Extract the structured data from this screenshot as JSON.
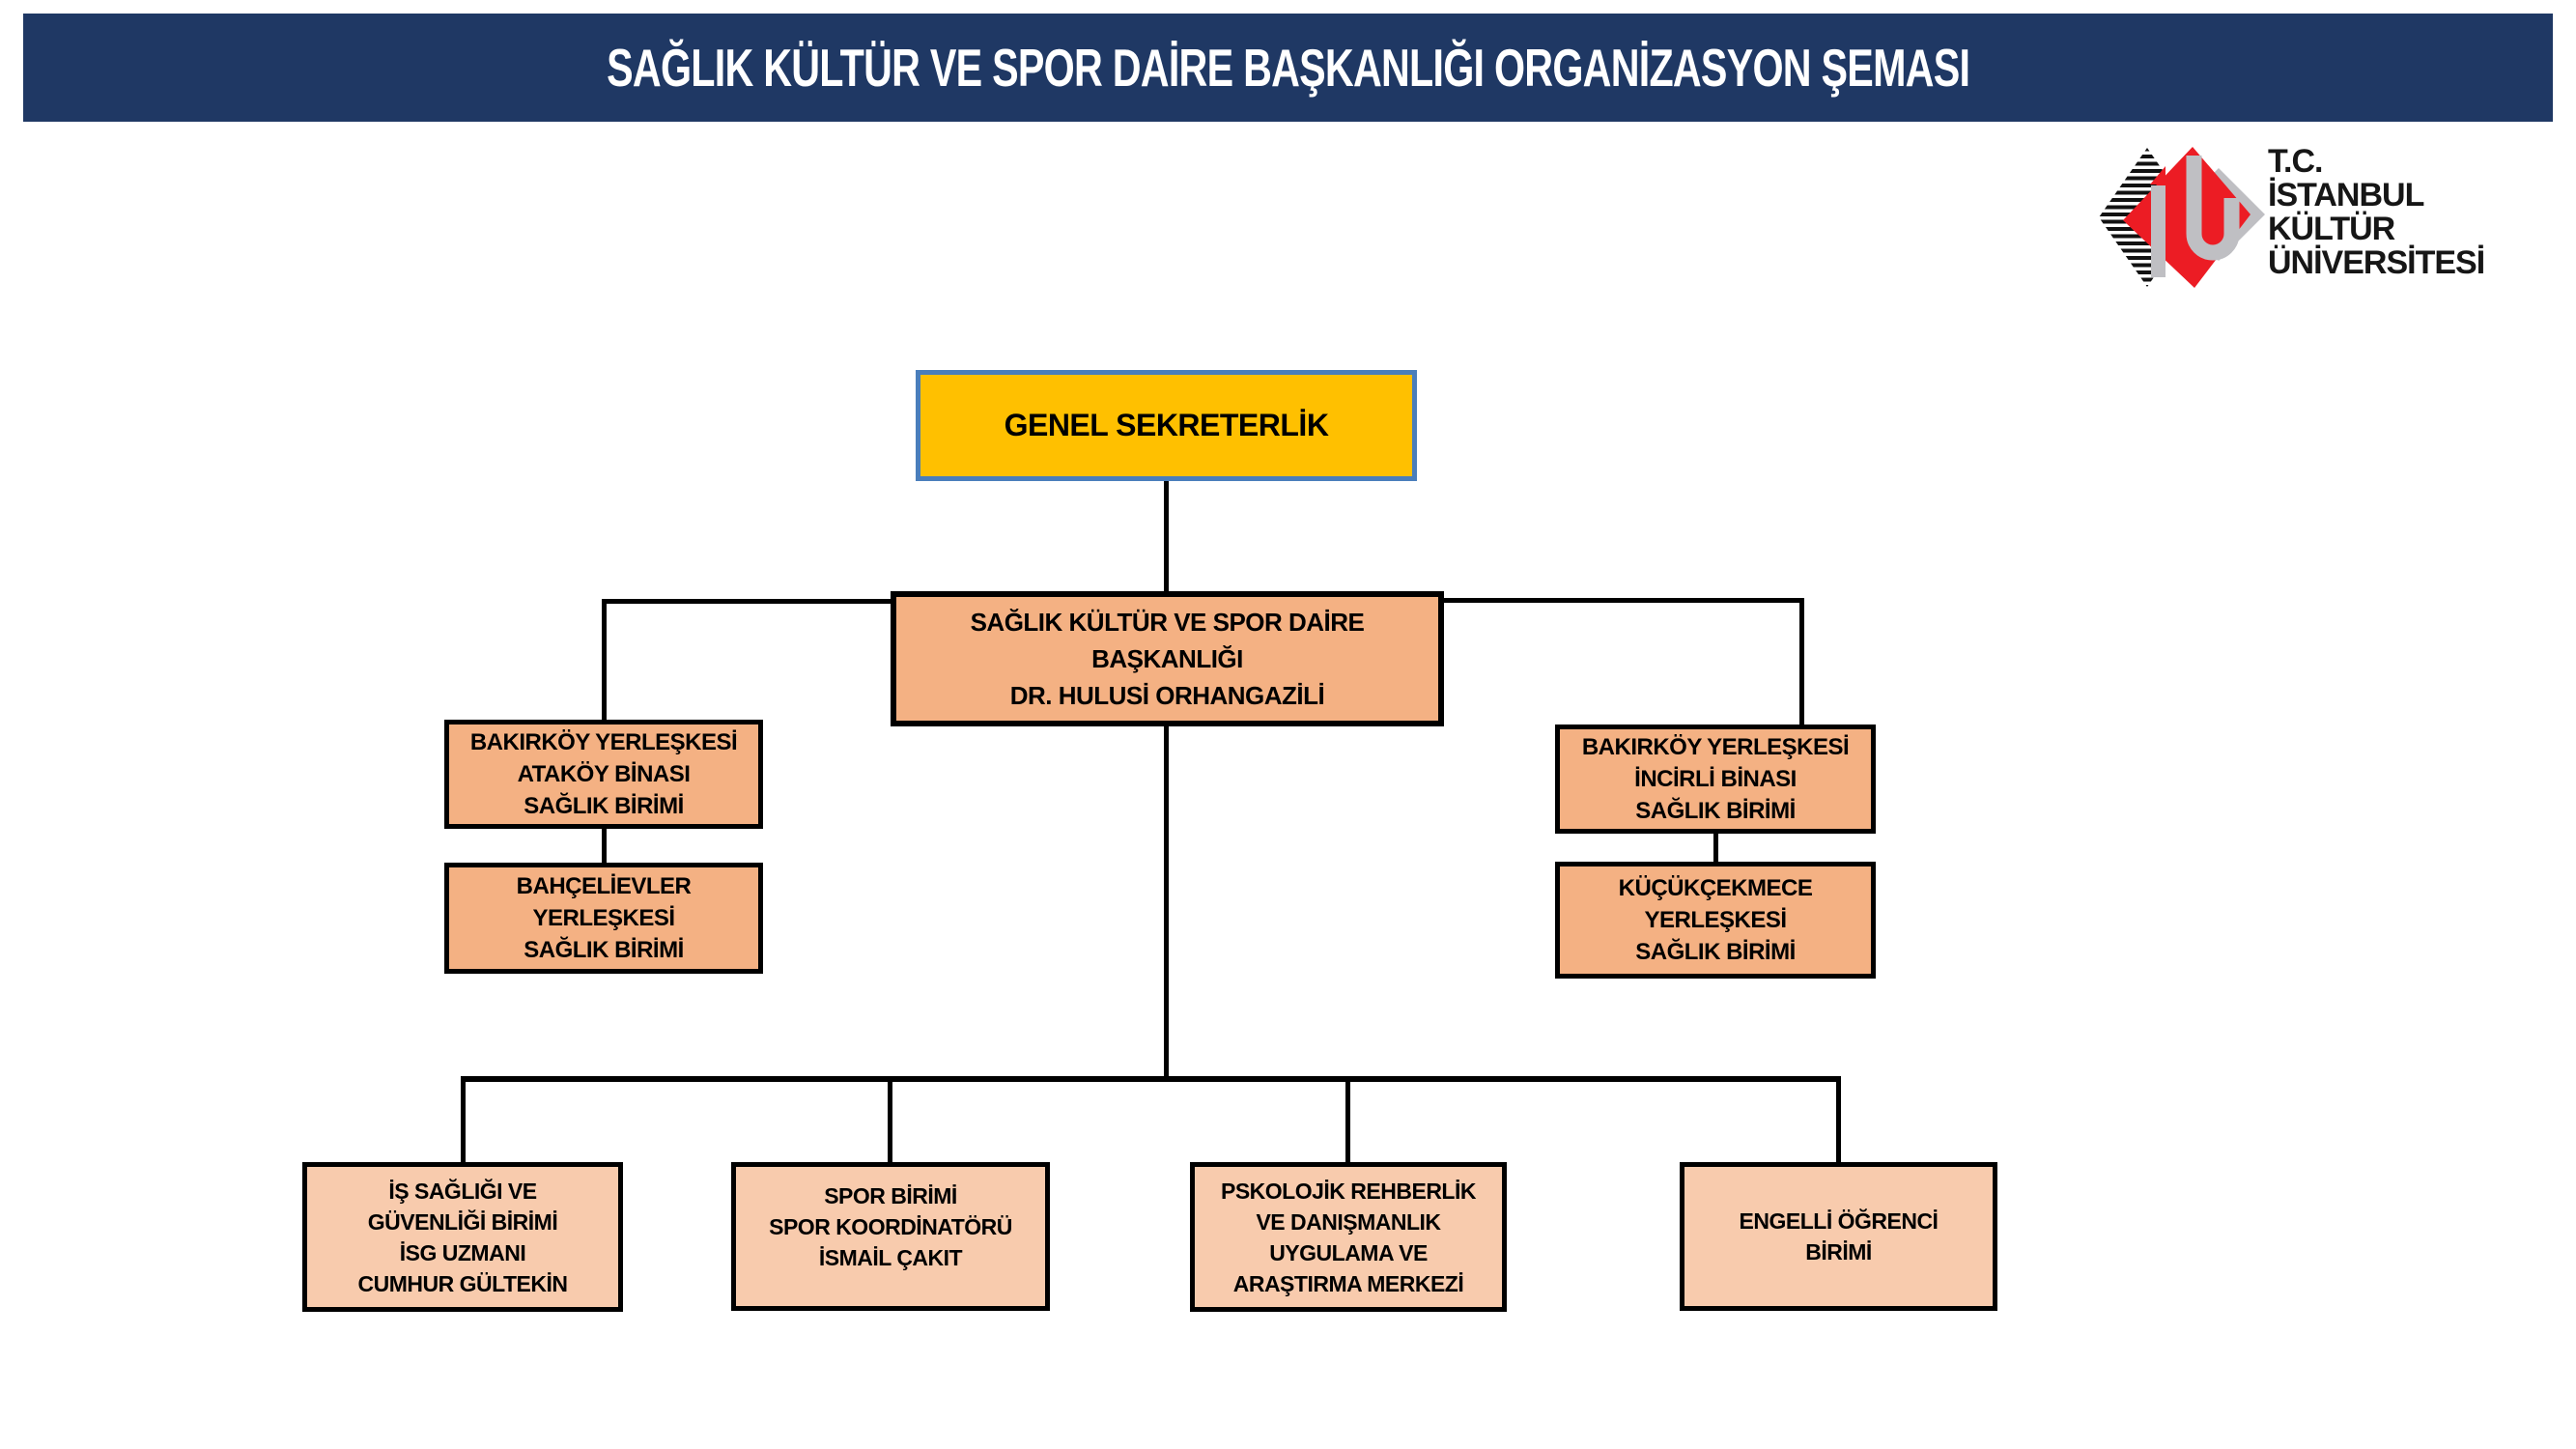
{
  "banner": {
    "title": "SAĞLIK KÜLTÜR VE SPOR DAİRE BAŞKANLIĞI ORGANİZASYON ŞEMASI"
  },
  "logo": {
    "university_name": "T.C.\nİSTANBUL\nKÜLTÜR\nÜNİVERSİTESİ"
  },
  "colors": {
    "banner_bg": "#1F3864",
    "banner_text": "#FFFFFF",
    "genel_fill": "#FFC000",
    "genel_border": "#4A7EBB",
    "level2_fill": "#F4B183",
    "level3_fill": "#F8CBAD",
    "connector": "#000000",
    "logo_red": "#EC1C24",
    "logo_gray": "#BFBFC3"
  },
  "nodes": {
    "genel": {
      "label": "GENEL SEKRETERLİK"
    },
    "baskanlik": {
      "label": "SAĞLIK KÜLTÜR VE SPOR DAİRE\nBAŞKANLIĞI\nDR. HULUSİ ORHANGAZİLİ"
    },
    "atakoy": {
      "label": "BAKIRKÖY YERLEŞKESİ\nATAKÖY BİNASI\nSAĞLIK BİRİMİ"
    },
    "bahcelievler": {
      "label": "BAHÇELİEVLER\nYERLEŞKESİ\nSAĞLIK BİRİMİ"
    },
    "incirli": {
      "label": "BAKIRKÖY YERLEŞKESİ\nİNCİRLİ BİNASI\nSAĞLIK BİRİMİ"
    },
    "kucukcekmece": {
      "label": "KÜÇÜKÇEKMECE\nYERLEŞKESİ\nSAĞLIK BİRİMİ"
    },
    "isg": {
      "label": "İŞ SAĞLIĞI VE\nGÜVENLİĞİ BİRİMİ\nİSG UZMANI\nCUMHUR GÜLTEKİN"
    },
    "spor": {
      "label": "SPOR BİRİMİ\nSPOR KOORDİNATÖRÜ\nİSMAİL ÇAKIT"
    },
    "psikolojik": {
      "label": "PSKOLOJİK REHBERLİK\nVE DANIŞMANLIK\nUYGULAMA VE\nARAŞTIRMA MERKEZİ"
    },
    "engelli": {
      "label": "ENGELLİ ÖĞRENCİ\nBİRİMİ"
    }
  }
}
